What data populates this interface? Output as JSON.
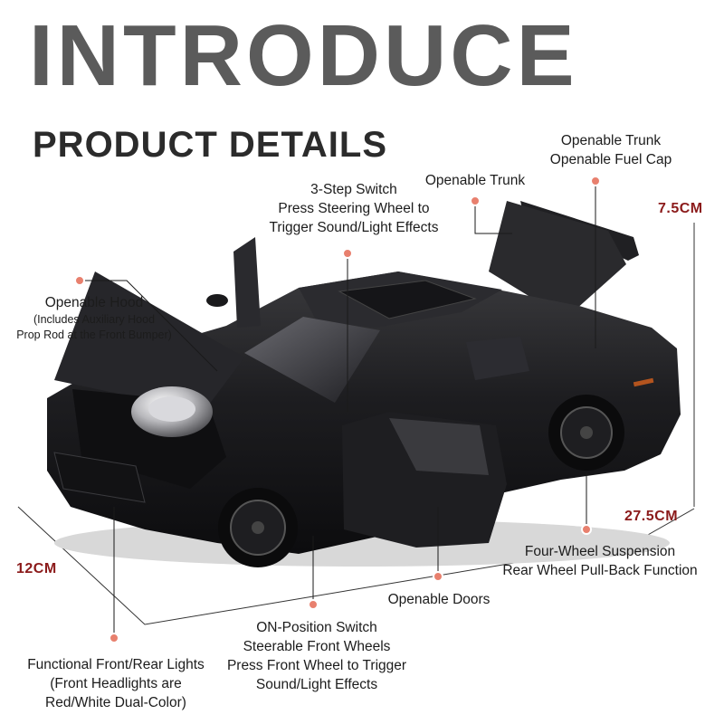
{
  "header": {
    "title": "INTRODUCE",
    "subtitle": "PRODUCT DETAILS"
  },
  "dimensions": {
    "height": "7.5CM",
    "length": "27.5CM",
    "width": "12CM"
  },
  "callouts": {
    "trunk_fuel": {
      "line1": "Openable Trunk",
      "line2": "Openable Fuel Cap"
    },
    "trunk": {
      "line1": "Openable Trunk"
    },
    "switch_3step": {
      "line1": "3-Step Switch",
      "line2": "Press Steering Wheel to",
      "line3": "Trigger Sound/Light Effects"
    },
    "hood": {
      "line1": "Openable Hood",
      "line2": "(Includes Auxiliary Hood",
      "line3": "Prop Rod at the Front Bumper)"
    },
    "suspension": {
      "line1": "Four-Wheel Suspension",
      "line2": "Rear Wheel Pull-Back Function"
    },
    "doors": {
      "line1": "Openable Doors"
    },
    "on_switch": {
      "line1": "ON-Position Switch",
      "line2": "Steerable Front Wheels",
      "line3": "Press Front Wheel to Trigger",
      "line4": "Sound/Light Effects"
    },
    "lights": {
      "line1": "Functional Front/Rear Lights",
      "line2": "(Front Headlights are",
      "line3": "Red/White Dual-Color)"
    }
  },
  "colors": {
    "title_gray": "#5b5b5b",
    "dimension_red": "#8b1a1a",
    "callout_dot": "#e8806e",
    "car_body": "#1b1b1d"
  }
}
